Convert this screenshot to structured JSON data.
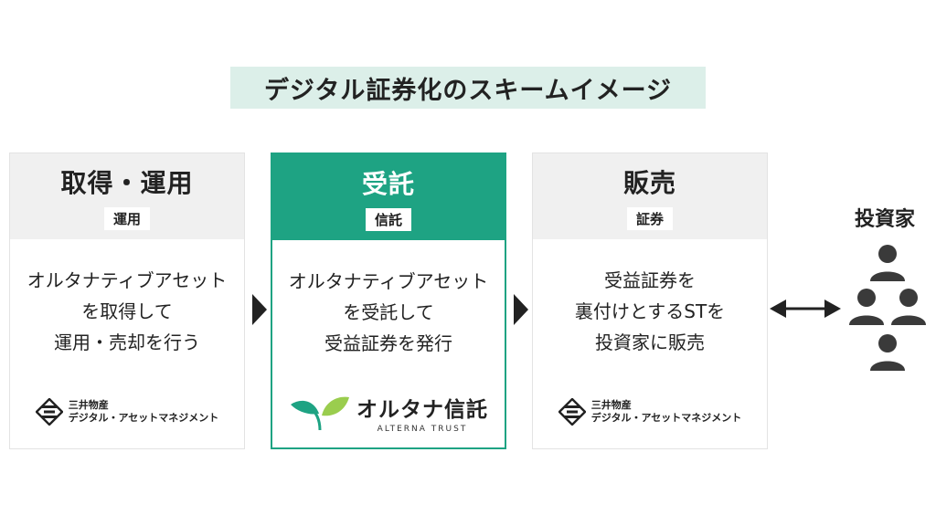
{
  "title": "デジタル証券化のスキームイメージ",
  "steps": [
    {
      "heading": "取得・運用",
      "tag": "運用",
      "body": [
        "オルタナティブアセット",
        "を取得して",
        "運用・売却を行う"
      ],
      "logo": {
        "icon": "mitsui-logo-icon",
        "lines": [
          "三井物産",
          "デジタル・アセットマネジメント"
        ]
      }
    },
    {
      "heading": "受託",
      "tag": "信託",
      "body": [
        "オルタナティブアセット",
        "を受託して",
        "受益証券を発行"
      ],
      "logo": {
        "icon": "alterna-leaf-icon",
        "name": "オルタナ信託",
        "sub": "ALTERNA TRUST"
      }
    },
    {
      "heading": "販売",
      "tag": "証券",
      "body": [
        "受益証券を",
        "裏付けとするSTを",
        "投資家に販売"
      ],
      "logo": {
        "icon": "mitsui-logo-icon",
        "lines": [
          "三井物産",
          "デジタル・アセットマネジメント"
        ]
      }
    }
  ],
  "investor": {
    "label": "投資家",
    "icon": "people-group-icon"
  },
  "colors": {
    "accent": "#1ea383",
    "title_bg": "#dcefe9",
    "head_bg": "#f0f0f0",
    "text": "#222222"
  }
}
